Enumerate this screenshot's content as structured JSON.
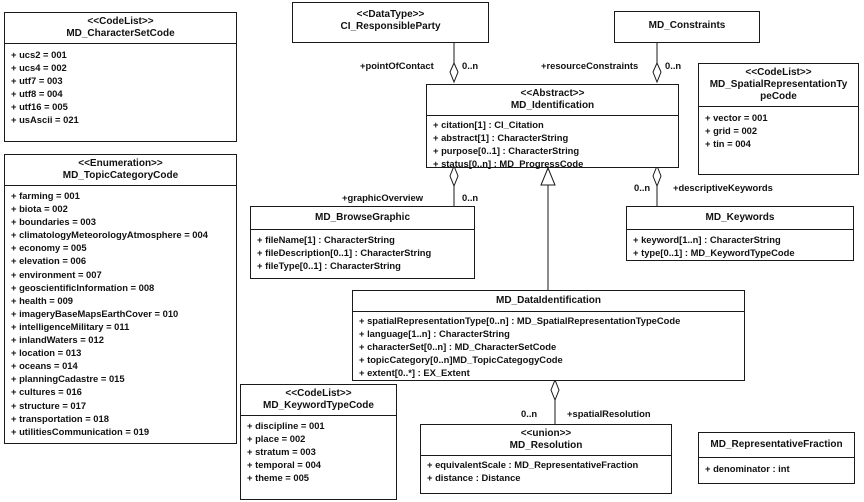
{
  "classes": {
    "character_set_code": {
      "stereotype": "<<CodeList>>",
      "name": "MD_CharacterSetCode",
      "attributes": [
        "+ ucs2 = 001",
        "+ ucs4 = 002",
        "+ utf7 = 003",
        "+ utf8 = 004",
        "+ utf16 = 005",
        "+ usAscii = 021"
      ]
    },
    "responsible_party": {
      "stereotype": "<<DataType>>",
      "name": "CI_ResponsibleParty"
    },
    "constraints": {
      "name": "MD_Constraints"
    },
    "spatial_rep_type_code": {
      "stereotype": "<<CodeList>>",
      "name_line1": "MD_SpatialRepresentationTy",
      "name_line2": "peCode",
      "attributes": [
        "+ vector = 001",
        "+ grid = 002",
        "+ tin = 004"
      ]
    },
    "identification": {
      "stereotype": "<<Abstract>>",
      "name": "MD_Identification",
      "attributes": [
        "+ citation[1] : CI_Citation",
        "+ abstract[1] : CharacterString",
        "+ purpose[0..1] : CharacterString",
        "+ status[0..n] : MD_ProgressCode"
      ]
    },
    "topic_category_code": {
      "stereotype": "<<Enumeration>>",
      "name": "MD_TopicCategoryCode",
      "attributes": [
        "+ farming = 001",
        "+ biota = 002",
        "+ boundaries = 003",
        "+ climatologyMeteorologyAtmosphere = 004",
        "+ economy = 005",
        "+ elevation = 006",
        "+ environment = 007",
        "+ geoscientificInformation = 008",
        "+ health = 009",
        "+ imageryBaseMapsEarthCover = 010",
        "+ intelligenceMilitary = 011",
        "+ inlandWaters = 012",
        "+ location = 013",
        "+ oceans = 014",
        "+ planningCadastre = 015",
        "+ cultures = 016",
        "+ structure = 017",
        "+ transportation = 018",
        "+ utilitiesCommunication = 019"
      ]
    },
    "browse_graphic": {
      "name": "MD_BrowseGraphic",
      "attributes": [
        "+ fileName[1] : CharacterString",
        "+ fileDescription[0..1] : CharacterString",
        "+ fileType[0..1] : CharacterString"
      ]
    },
    "keywords": {
      "name": "MD_Keywords",
      "attributes": [
        "+ keyword[1..n] : CharacterString",
        "+ type[0..1] : MD_KeywordTypeCode"
      ]
    },
    "data_identification": {
      "name": "MD_DataIdentification",
      "attributes": [
        "+ spatialRepresentationType[0..n] : MD_SpatialRepresentationTypeCode",
        "+ language[1..n] : CharacterString",
        "+ characterSet[0..n] : MD_CharacterSetCode",
        "+ topicCategory[0..n]MD_TopicCategogyCode",
        "+ extent[0..*] : EX_Extent"
      ]
    },
    "keyword_type_code": {
      "stereotype": "<<CodeList>>",
      "name": "MD_KeywordTypeCode",
      "attributes": [
        "+ discipline = 001",
        "+ place = 002",
        "+ stratum = 003",
        "+ temporal = 004",
        "+ theme = 005"
      ]
    },
    "resolution": {
      "stereotype": "<<union>>",
      "name": "MD_Resolution",
      "attributes": [
        "+ equivalentScale : MD_RepresentativeFraction",
        "+ distance : Distance"
      ]
    },
    "representative_fraction": {
      "name": "MD_RepresentativeFraction",
      "attributes": [
        "+ denominator : int"
      ]
    }
  },
  "associations": {
    "point_of_contact": {
      "role": "+pointOfContact",
      "multiplicity": "0..n"
    },
    "resource_constraints": {
      "role": "+resourceConstraints",
      "multiplicity": "0..n"
    },
    "graphic_overview": {
      "role": "+graphicOverview",
      "multiplicity": "0..n"
    },
    "descriptive_keywords": {
      "role": "+descriptiveKeywords",
      "multiplicity": "0..n"
    },
    "spatial_resolution": {
      "role": "+spatialResolution",
      "multiplicity": "0..n"
    }
  }
}
